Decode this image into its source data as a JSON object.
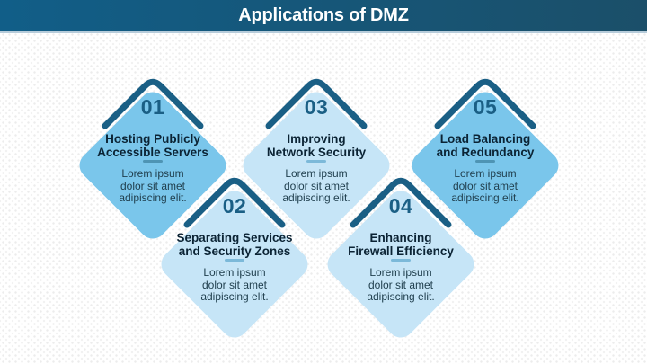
{
  "header": {
    "title": "Applications of DMZ"
  },
  "items": [
    {
      "number": "01",
      "title": "Hosting Publicly\nAccessible Servers",
      "body": "Lorem ipsum\ndolor sit amet\nadipiscing elit.",
      "fill": "#7AC6EB",
      "divider": "#4E94B4"
    },
    {
      "number": "02",
      "title": "Separating Services\nand Security Zones",
      "body": "Lorem ipsum\ndolor sit amet\nadipiscing elit.",
      "fill": "#C6E5F7",
      "divider": "#7CB9D9"
    },
    {
      "number": "03",
      "title": "Improving\nNetwork Security",
      "body": "Lorem ipsum\ndolor sit amet\nadipiscing elit.",
      "fill": "#C6E5F7",
      "divider": "#7CB9D9"
    },
    {
      "number": "04",
      "title": "Enhancing\nFirewall Efficiency",
      "body": "Lorem ipsum\ndolor sit amet\nadipiscing elit.",
      "fill": "#C6E5F7",
      "divider": "#7CB9D9"
    },
    {
      "number": "05",
      "title": "Load Balancing\nand Redundancy",
      "body": "Lorem ipsum\ndolor sit amet\nadipiscing elit.",
      "fill": "#7AC6EB",
      "divider": "#4E94B4"
    }
  ],
  "colors": {
    "accent": "#1A5F85",
    "header_gradient_start": "#115E88",
    "header_gradient_end": "#1B4F69",
    "header_underline": "#B7CCDA",
    "card_title_text": "#0B2334",
    "card_body_text": "#21404F",
    "background": "#FFFFFF"
  }
}
